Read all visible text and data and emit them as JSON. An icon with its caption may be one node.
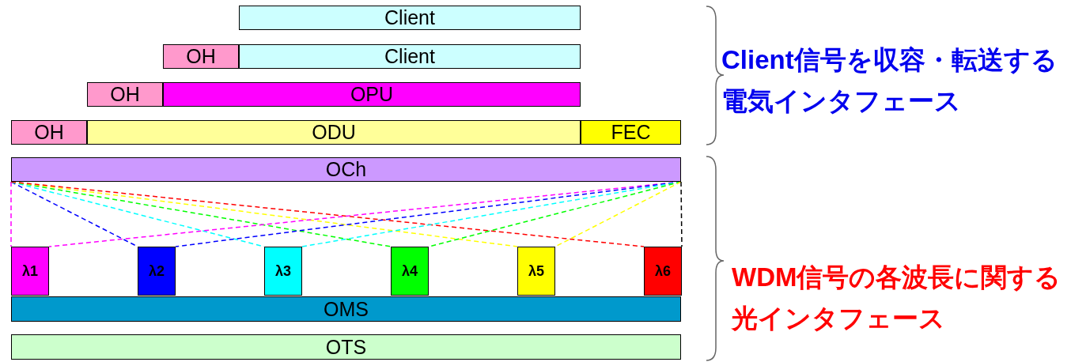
{
  "diagram": {
    "nodes": [
      {
        "text": [
          "Client"
        ]
      },
      {
        "text": [
          "OH"
        ]
      },
      {
        "text": [
          "Client"
        ]
      },
      {
        "text": [
          "OH"
        ]
      },
      {
        "text": [
          "OPU"
        ]
      },
      {
        "text": [
          "OH"
        ]
      },
      {
        "text": [
          "ODU"
        ]
      },
      {
        "text": [
          "FEC"
        ]
      },
      {
        "text": [
          "OCh"
        ]
      },
      {
        "text": [
          "λ1"
        ]
      },
      {
        "text": [
          "λ2"
        ]
      },
      {
        "text": [
          "λ3"
        ]
      },
      {
        "text": [
          "λ4"
        ]
      },
      {
        "text": [
          "λ5"
        ]
      },
      {
        "text": [
          "λ6"
        ]
      },
      {
        "text": [
          "OMS"
        ]
      },
      {
        "text": [
          "OTS"
        ]
      }
    ],
    "edges": [
      {
        "from": 8,
        "to": 9,
        "arrow": "none",
        "style": "dashed",
        "color": "#ff00ff"
      },
      {
        "from": 8,
        "to": 10,
        "arrow": "none",
        "style": "dashed",
        "color": "#0000ff"
      },
      {
        "from": 8,
        "to": 11,
        "arrow": "none",
        "style": "dashed",
        "color": "#00ffff"
      },
      {
        "from": 8,
        "to": 12,
        "arrow": "none",
        "style": "dashed",
        "color": "#00ff00"
      },
      {
        "from": 8,
        "to": 13,
        "arrow": "none",
        "style": "dashed",
        "color": "#ffff00"
      },
      {
        "from": 8,
        "to": 14,
        "arrow": "none",
        "style": "dashed",
        "color": "#ff0000"
      },
      {
        "from": 8,
        "to": 9,
        "arrow": "none",
        "style": "dashed",
        "color": "#ff00ff"
      },
      {
        "from": 8,
        "to": 10,
        "arrow": "none",
        "style": "dashed",
        "color": "#0000ff"
      },
      {
        "from": 8,
        "to": 11,
        "arrow": "none",
        "style": "dashed",
        "color": "#00ffff"
      },
      {
        "from": 8,
        "to": 12,
        "arrow": "none",
        "style": "dashed",
        "color": "#00ff00"
      },
      {
        "from": 8,
        "to": 13,
        "arrow": "none",
        "style": "dashed",
        "color": "#ffff00"
      },
      {
        "from": 8,
        "to": 14,
        "arrow": "none",
        "style": "dashed",
        "color": "#000000"
      }
    ],
    "labels": [
      "Client信号を収容・転送する電気インタフェース",
      "WDM信号の各波長に関する光インタフェース"
    ]
  }
}
